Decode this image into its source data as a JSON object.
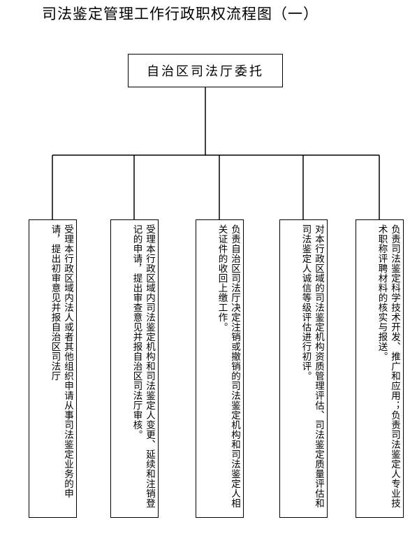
{
  "title": "司法鉴定管理工作行政职权流程图（一）",
  "root": {
    "label": "自治区司法厅委托"
  },
  "branches": [
    {
      "text": "受理本行政区域内法人或者其他组织申请从事司法鉴定业务的申请，提出初审意见并报自治区司法厅"
    },
    {
      "text": "受理本行政区域内司法鉴定机构和司法鉴定人变更、延续和注销登记的申请，提出审查意见并报自治区司法厅审核。"
    },
    {
      "text": "负责自治区司法厅决定注销或撤销的司法鉴定机构和司法鉴定人相关证件的收回上缴工作。"
    },
    {
      "text": "对本行政区域的司法鉴定机构资质管理评估、司法鉴定质量评估和司法鉴定人诚信等级评估进行初评。"
    },
    {
      "text": "负责司法鉴定科学技术开发、推广和应用；负责司法鉴定人专业技术职称评聘材料的核实与报送。"
    }
  ],
  "colors": {
    "line": "#000000",
    "text": "#000000",
    "background": "#ffffff"
  }
}
